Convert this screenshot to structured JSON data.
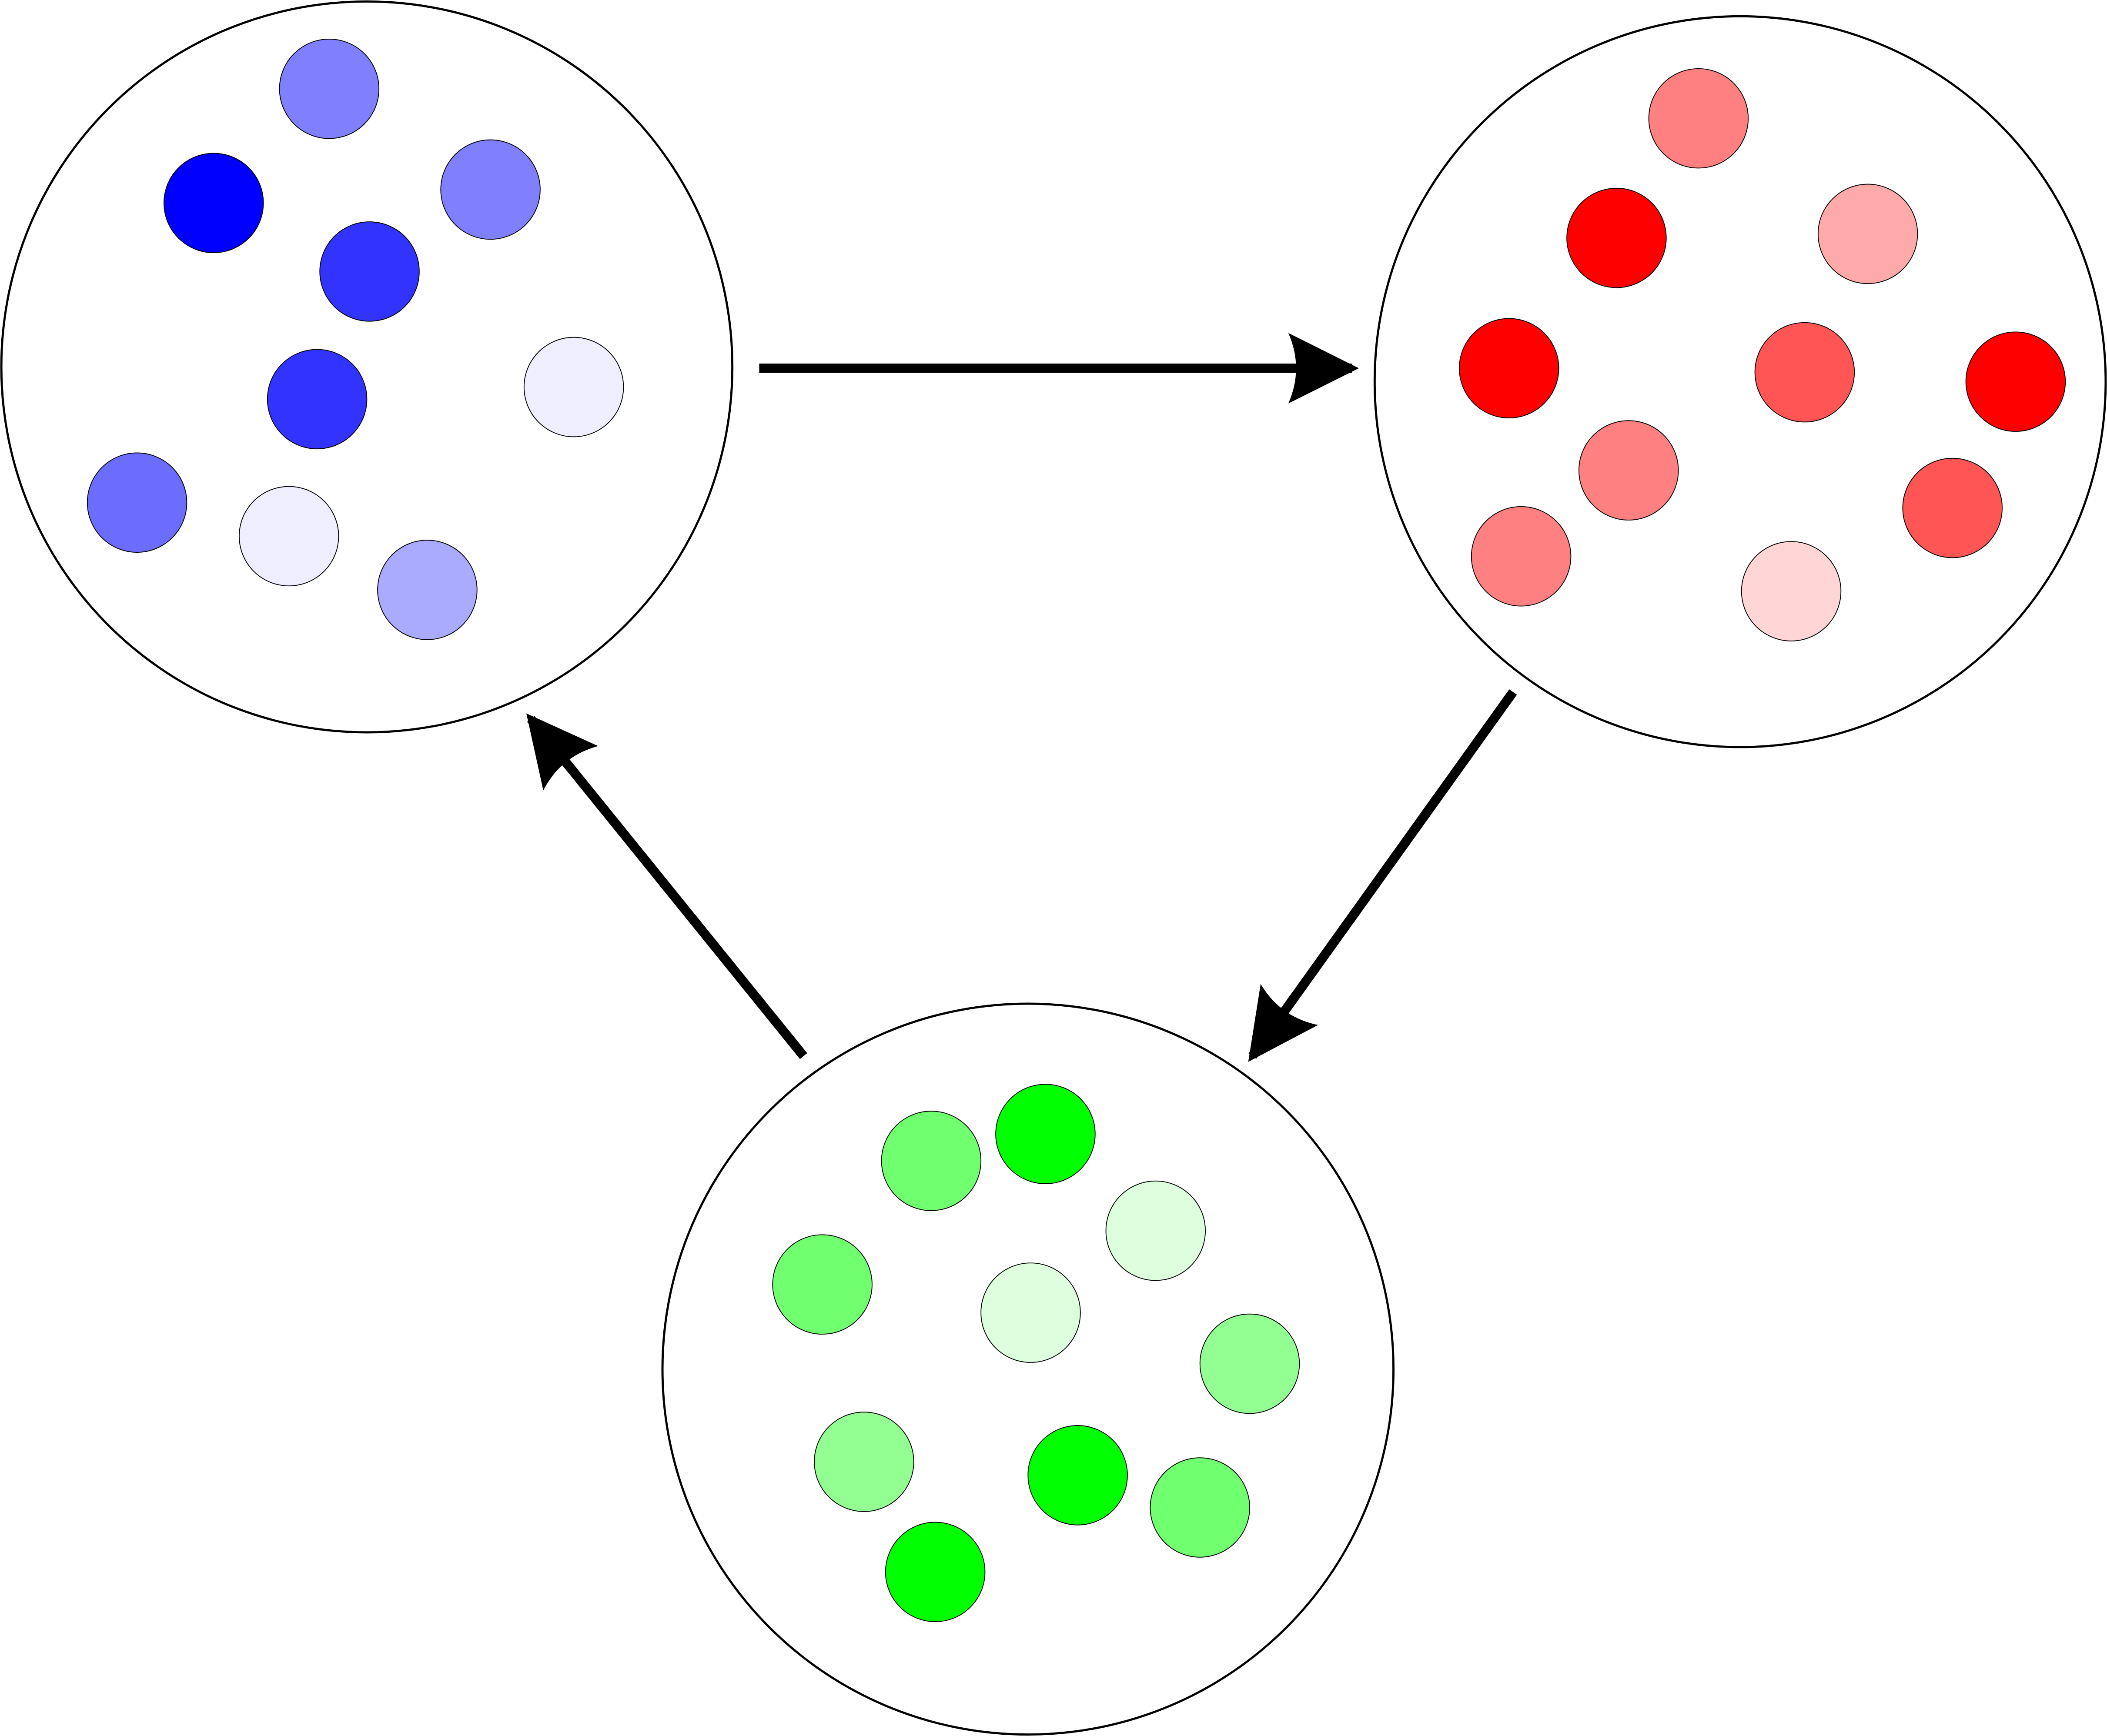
{
  "background": "#ffffff",
  "stroke_color": "#000000",
  "arrow_color": "#000000",
  "groups": [
    {
      "name": "blue-cluster",
      "dot_colors": [
        "#8080ff",
        "#0000ff",
        "#8080ff",
        "#3333ff",
        "#3333ff",
        "#eeeeff",
        "#6c6cff",
        "#eeeeff",
        "#aaaaff"
      ]
    },
    {
      "name": "red-cluster",
      "dot_colors": [
        "#ff8080",
        "#ff0000",
        "#ffaaaa",
        "#ff0000",
        "#ff5555",
        "#ff0000",
        "#ff8080",
        "#ff5555",
        "#ff8080",
        "#ffd5d5"
      ]
    },
    {
      "name": "green-cluster",
      "dot_colors": [
        "#6fff6f",
        "#00ff00",
        "#ddffdd",
        "#6fff6f",
        "#ddffdd",
        "#93ff93",
        "#93ff93",
        "#00ff00",
        "#6fff6f",
        "#00ff00"
      ]
    }
  ],
  "arrows": [
    {
      "from": "blue-cluster",
      "to": "red-cluster"
    },
    {
      "from": "red-cluster",
      "to": "green-cluster"
    },
    {
      "from": "green-cluster",
      "to": "blue-cluster"
    }
  ]
}
